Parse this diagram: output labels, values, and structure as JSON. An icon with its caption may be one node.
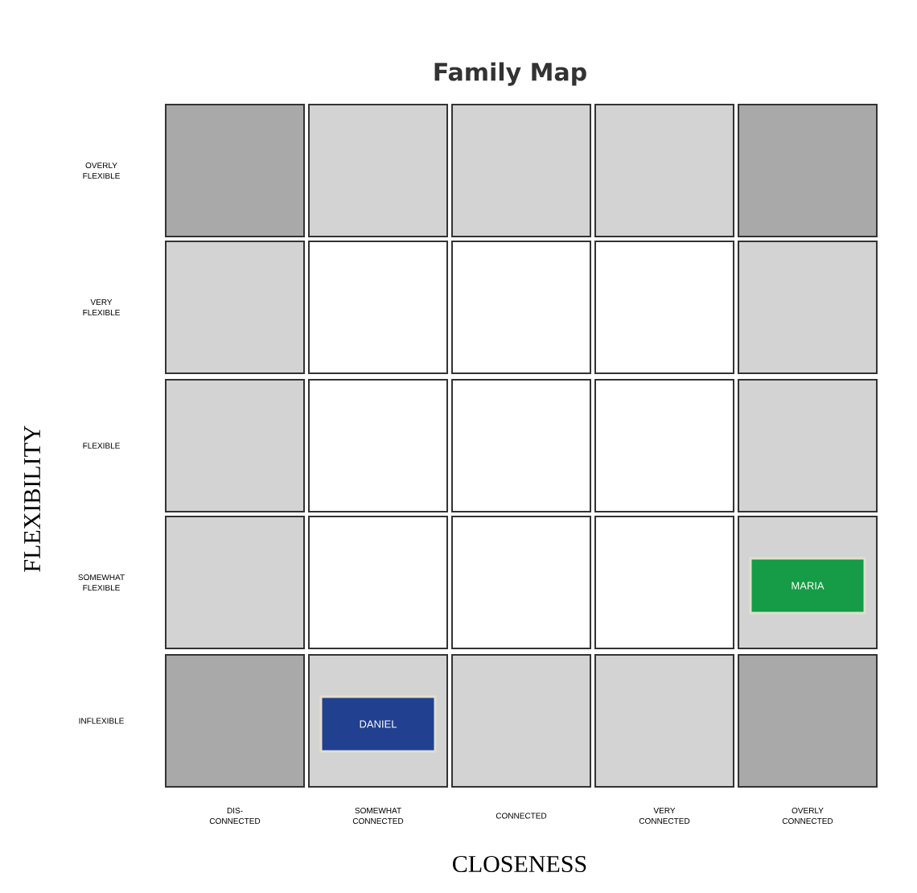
{
  "diagram": {
    "title": "Family Map",
    "nodes": [
      {
        "text": [],
        "shape": "box"
      },
      {
        "text": [],
        "shape": "box"
      },
      {
        "text": [],
        "shape": "box"
      },
      {
        "text": [],
        "shape": "box"
      },
      {
        "text": [],
        "shape": "box"
      },
      {
        "text": [],
        "shape": "box"
      },
      {
        "text": [],
        "shape": "box"
      },
      {
        "text": [],
        "shape": "box"
      },
      {
        "text": [],
        "shape": "box"
      },
      {
        "text": [],
        "shape": "box"
      },
      {
        "text": [],
        "shape": "box"
      },
      {
        "text": [],
        "shape": "box"
      },
      {
        "text": [],
        "shape": "box"
      },
      {
        "text": [],
        "shape": "box"
      },
      {
        "text": [],
        "shape": "box"
      },
      {
        "text": [],
        "shape": "box"
      },
      {
        "text": [],
        "shape": "box"
      },
      {
        "text": [],
        "shape": "box"
      },
      {
        "text": [],
        "shape": "box"
      },
      {
        "text": [],
        "shape": "box"
      },
      {
        "text": [],
        "shape": "box"
      },
      {
        "text": [],
        "shape": "box"
      },
      {
        "text": [],
        "shape": "box"
      },
      {
        "text": [],
        "shape": "box"
      },
      {
        "text": [],
        "shape": "box"
      },
      {
        "text": [
          "MARIA"
        ],
        "in": 19
      },
      {
        "text": [
          "DANIEL"
        ],
        "in": 21
      }
    ],
    "labels": [
      "FLEXIBILITY",
      "OVERLY FLEXIBLE",
      "VERY FLEXIBLE",
      "FLEXIBLE",
      "SOMEWHAT FLEXIBLE",
      "INFLEXIBLE",
      "DIS- CONNECTED",
      "SOMEWHAT CONNECTED",
      "CONNECTED",
      "VERY CONNECTED",
      "OVERLY CONNECTED",
      "CLOSENESS"
    ]
  }
}
